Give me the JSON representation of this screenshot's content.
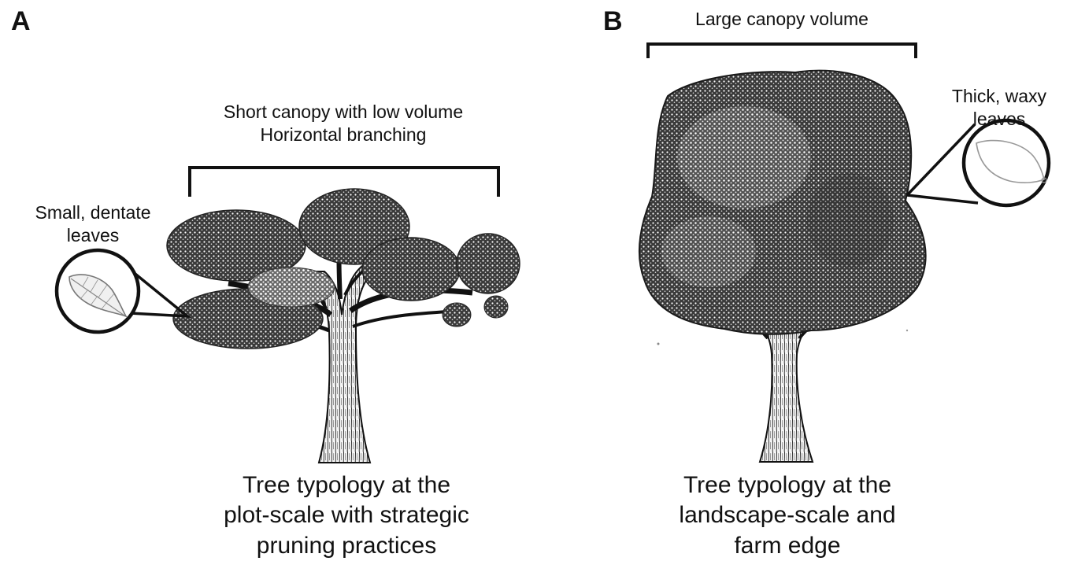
{
  "panels": [
    {
      "letter": "A",
      "canopy_label": [
        "Short canopy with low volume",
        "Horizontal branching"
      ],
      "leaf_label": [
        "Small, dentate",
        "leaves"
      ],
      "caption": [
        "Tree typology at the",
        "plot-scale with strategic",
        "pruning practices"
      ]
    },
    {
      "letter": "B",
      "canopy_label": [
        "Large canopy volume"
      ],
      "leaf_label": [
        "Thick, waxy",
        "leaves"
      ],
      "caption": [
        "Tree typology at the",
        "landscape-scale and",
        "farm edge"
      ]
    }
  ],
  "colors": {
    "ink": "#111111",
    "foliage_dark": "#1a1a1a",
    "foliage_mid": "#555555",
    "foliage_light": "#9a9a9a",
    "leaf_outline": "#8a8a8a"
  }
}
